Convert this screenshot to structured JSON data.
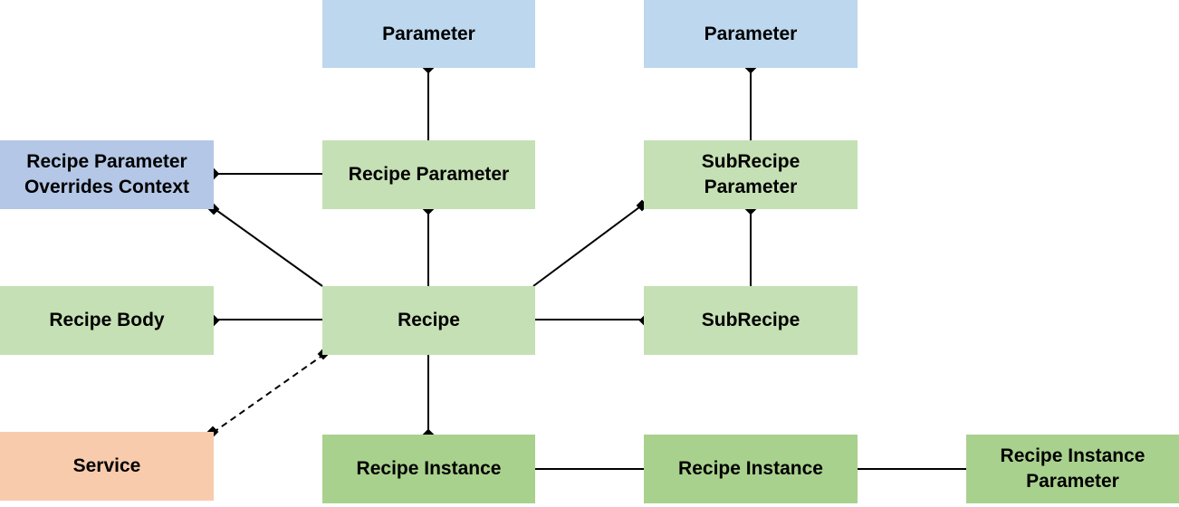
{
  "colors": {
    "parameter": "#bdd7ee",
    "recipe_component": "#c5e0b4",
    "context": "#b4c7e7",
    "service": "#f8cbad",
    "instance": "#a9d18e",
    "line": "#000000"
  },
  "nodes": {
    "parameter_left": "Parameter",
    "parameter_right": "Parameter",
    "recipe_parameter_overrides_context": "Recipe Parameter\nOverrides Context",
    "recipe_parameter": "Recipe Parameter",
    "subrecipe_parameter": "SubRecipe\nParameter",
    "recipe_body": "Recipe Body",
    "recipe": "Recipe",
    "subrecipe": "SubRecipe",
    "service": "Service",
    "recipe_instance_left": "Recipe Instance",
    "recipe_instance_mid": "Recipe Instance",
    "recipe_instance_parameter": "Recipe Instance\nParameter"
  }
}
